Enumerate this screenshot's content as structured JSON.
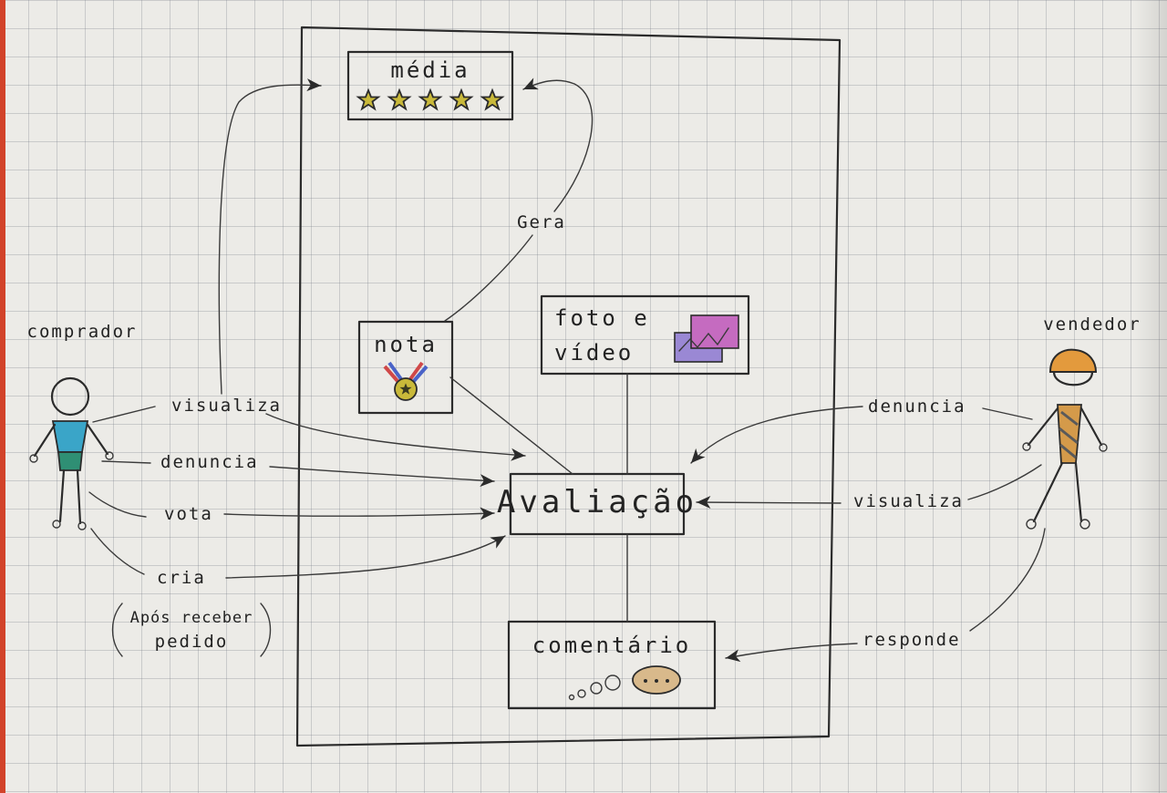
{
  "diagram": {
    "boxes": {
      "media": "média",
      "nota": "nota",
      "foto_video_line1": "foto e",
      "foto_video_line2": "vídeo",
      "avaliacao": "Avaliação",
      "comentario": "comentário"
    },
    "gera": "Gera",
    "actors": {
      "comprador": "comprador",
      "vendedor": "vendedor"
    },
    "comprador_actions": {
      "visualiza": "visualiza",
      "denuncia": "denuncia",
      "vota": "vota",
      "cria": "cria",
      "note_line1": "Após receber",
      "note_line2": "pedido"
    },
    "vendedor_actions": {
      "denuncia": "denuncia",
      "visualiza": "visualiza",
      "responde": "responde"
    },
    "rating_stars": 5,
    "colors": {
      "ink": "#2b2b2b",
      "paper": "#ecebe7",
      "star_fill": "#c9b93a",
      "comprador_shirt": "#3aa5c8",
      "comprador_pants": "#2f8f74",
      "vendedor_helmet": "#e39a3d",
      "media_photo": "#c56bc0",
      "speech_bubble": "#d8b98b"
    }
  }
}
